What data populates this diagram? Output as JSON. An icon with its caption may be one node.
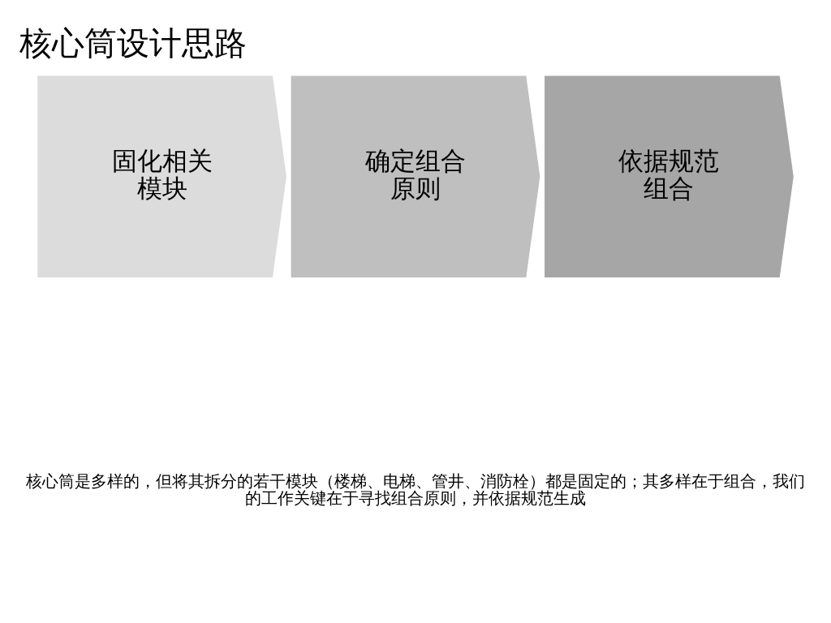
{
  "diagram": {
    "title": "核心筒设计思路",
    "nodes": [
      {
        "text": [
          "固化相关模块"
        ]
      },
      {
        "text": [
          "确定组合原则"
        ]
      },
      {
        "text": [
          "依据规范组合"
        ]
      }
    ],
    "edges": [],
    "labels": [
      "核心筒是多样的，但将其拆分的若干模块（楼梯、电梯、管井、消防栓）都是固定的；其多样在于组合，我们的工作关键在于寻找组合原则，并依据规范生成"
    ]
  }
}
